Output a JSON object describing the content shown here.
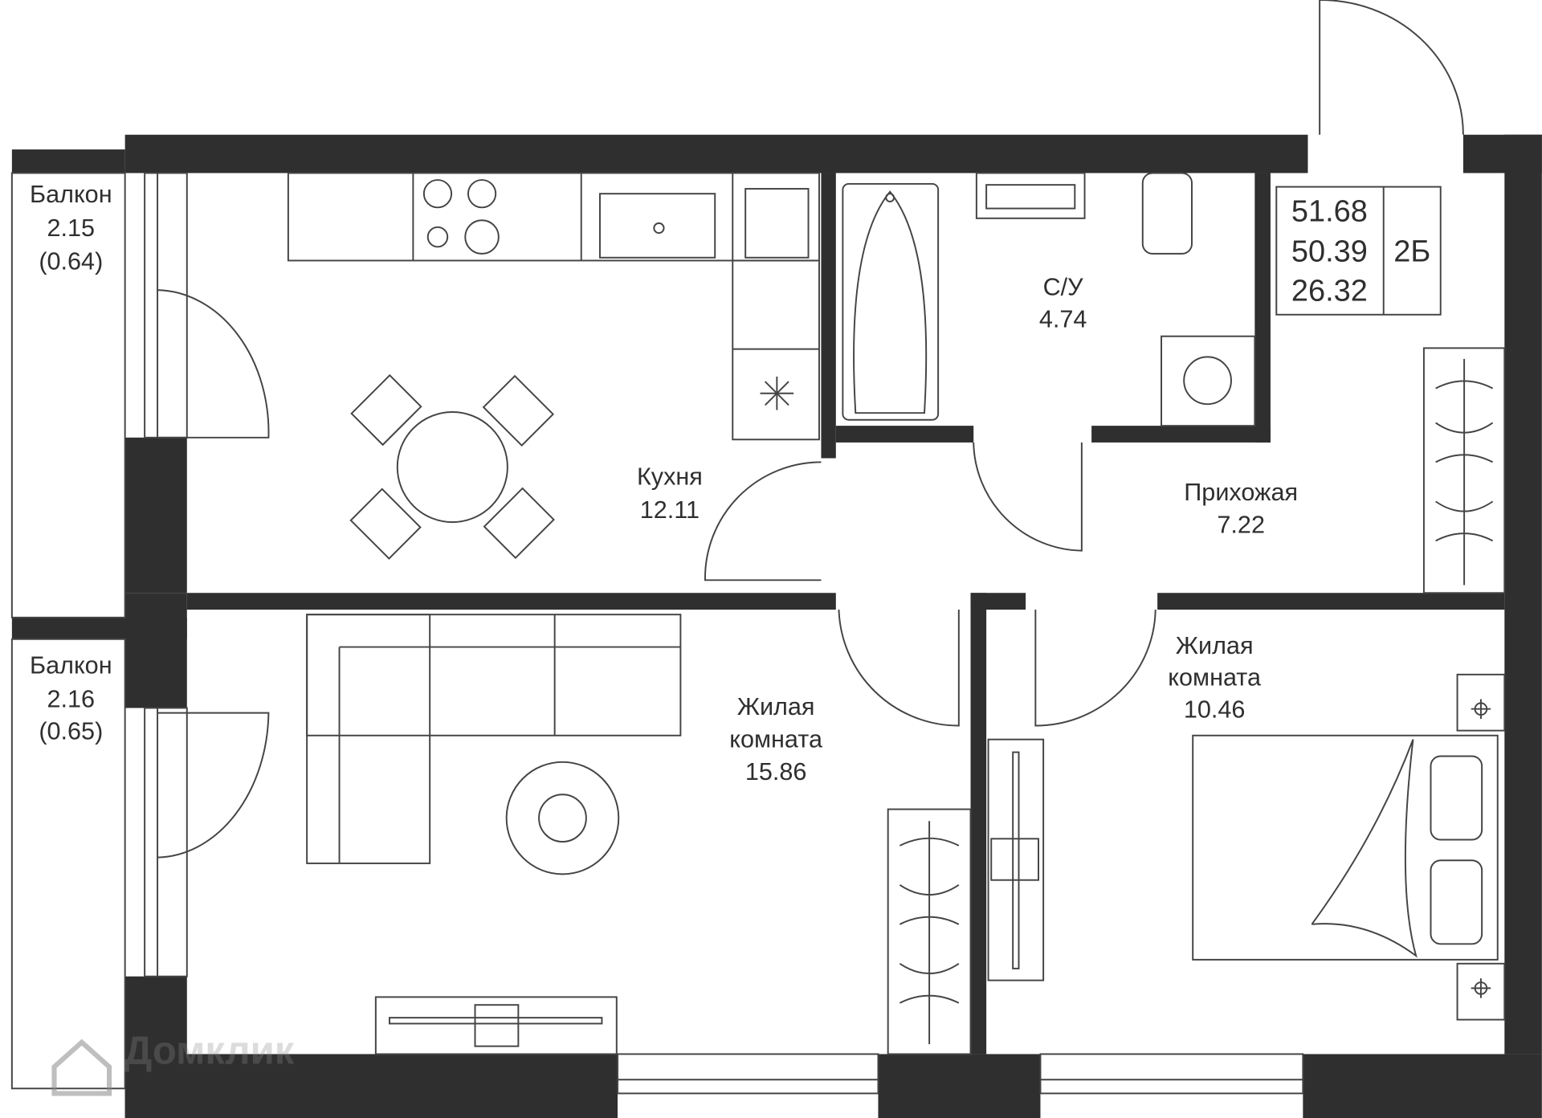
{
  "rooms": {
    "balcony1": {
      "name": "Балкон",
      "area": "2.15",
      "reduced": "(0.64)"
    },
    "balcony2": {
      "name": "Балкон",
      "area": "2.16",
      "reduced": "(0.65)"
    },
    "kitchen": {
      "name": "Кухня",
      "area": "12.11"
    },
    "bathroom": {
      "name": "С/У",
      "area": "4.74"
    },
    "hallway": {
      "name": "Прихожая",
      "area": "7.22"
    },
    "living1": {
      "name1": "Жилая",
      "name2": "комната",
      "area": "15.86"
    },
    "living2": {
      "name1": "Жилая",
      "name2": "комната",
      "area": "10.46"
    }
  },
  "info": {
    "total": "51.68",
    "without_balcony": "50.39",
    "living": "26.32",
    "type": "2Б"
  },
  "watermark": "Домклик",
  "colors": {
    "wall": "#2f2f2f",
    "line": "#444444"
  }
}
